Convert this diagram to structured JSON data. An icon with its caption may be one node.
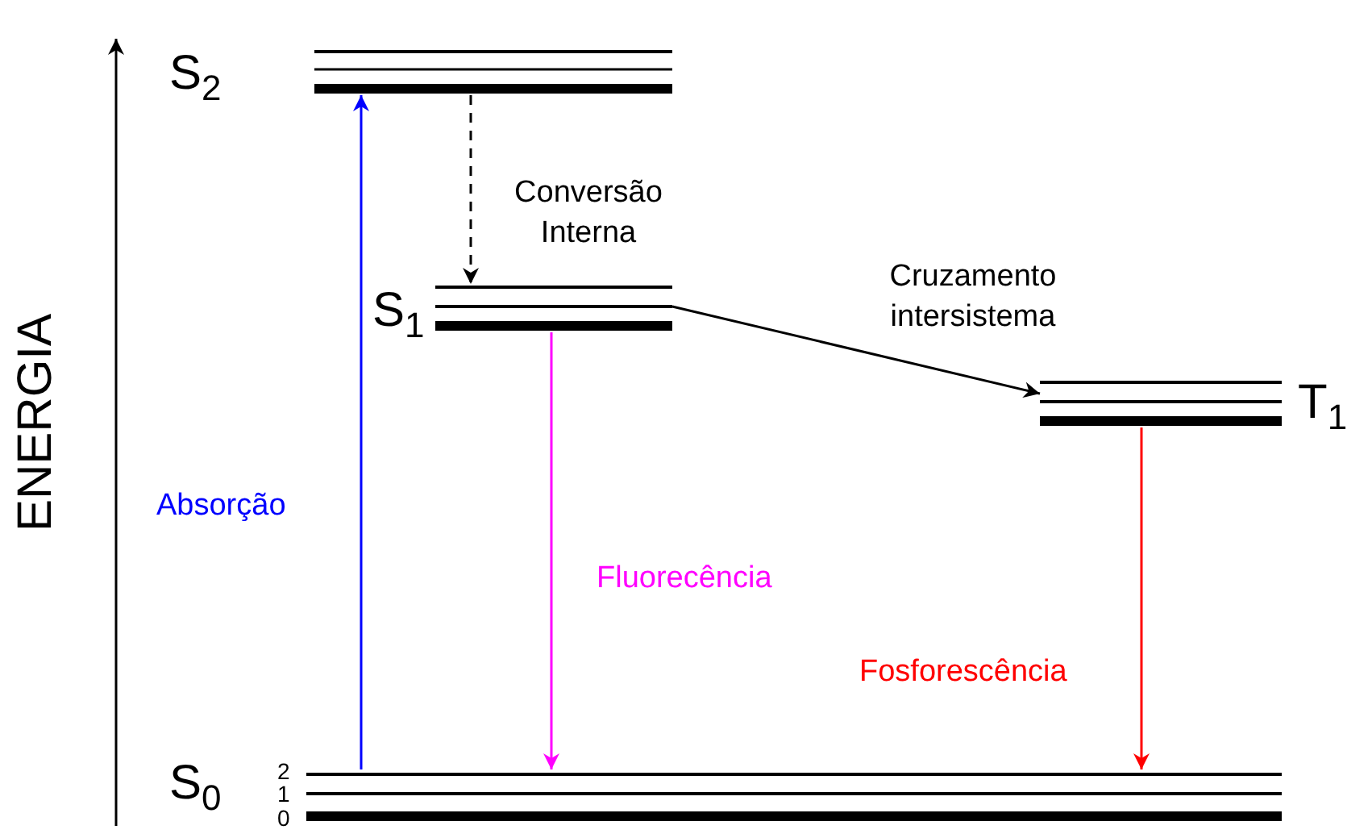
{
  "diagram": {
    "nodes": [
      {
        "text": [
          "S$_{2}$"
        ]
      },
      {
        "text": [
          "S$_{1}$"
        ]
      },
      {
        "text": [
          "T$_{1}$"
        ]
      },
      {
        "text": [
          "S$_{0}$"
        ]
      }
    ],
    "edges": [
      {
        "from": 3,
        "to": 0,
        "arrow": "to",
        "label": "Absorção",
        "color": "#0000ff"
      },
      {
        "from": 0,
        "to": 1,
        "arrow": "to",
        "label": "Conversão Interna",
        "style": "dashed"
      },
      {
        "from": 1,
        "to": 2,
        "arrow": "to",
        "label": "Cruzamento intersistema"
      },
      {
        "from": 1,
        "to": 3,
        "arrow": "to",
        "label": "Fluorecência",
        "color": "#ff00ff"
      },
      {
        "from": 2,
        "to": 3,
        "arrow": "to",
        "label": "Fosforescência",
        "color": "#ff0000"
      }
    ],
    "labels": [
      "ENERGIA",
      "2",
      "1",
      "0"
    ]
  }
}
